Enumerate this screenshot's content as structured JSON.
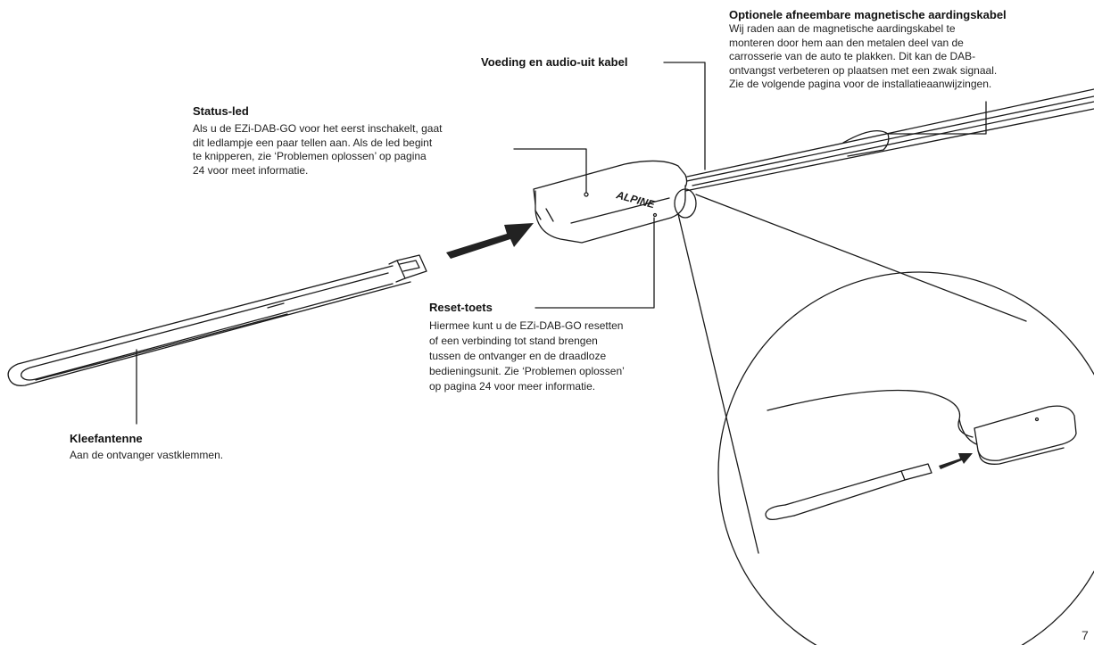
{
  "callouts": {
    "optional_cable": {
      "title": "Optionele afneembare magnetische aardingskabel",
      "lines": [
        "Wij raden aan de magnetische aardingskabel te",
        "monteren door hem aan den metalen deel van de",
        "carrosserie van de auto te plakken. Dit kan de DAB-",
        "ontvangst verbeteren op plaatsen met een zwak signaal.",
        "Zie de volgende pagina voor de installatieaanwijzingen."
      ]
    },
    "power_cable": {
      "title": "Voeding en audio-uit kabel"
    },
    "status_led": {
      "title": "Status-led",
      "lines": [
        "Als u de EZi-DAB-GO voor het eerst inschakelt, gaat",
        "dit ledlampje een paar tellen aan. Als de led begint",
        "te knipperen, zie ‘Problemen oplossen’ op pagina",
        "24 voor meet informatie."
      ]
    },
    "reset_button": {
      "title": "Reset-toets",
      "lines": [
        "Hiermee kunt u de EZi-DAB-GO resetten",
        "of een verbinding tot stand brengen",
        "tussen de ontvanger en de draadloze",
        "bedieningsunit. Zie ‘Problemen oplossen’",
        "op pagina 24 voor meer informatie."
      ]
    },
    "antenna": {
      "title": "Kleefantenne",
      "lines": [
        "Aan de ontvanger vastklemmen."
      ]
    }
  },
  "device_logo": "ALPINE",
  "page_number": "7",
  "colors": {
    "line": "#1a1a1a",
    "arrow": "#222222"
  }
}
